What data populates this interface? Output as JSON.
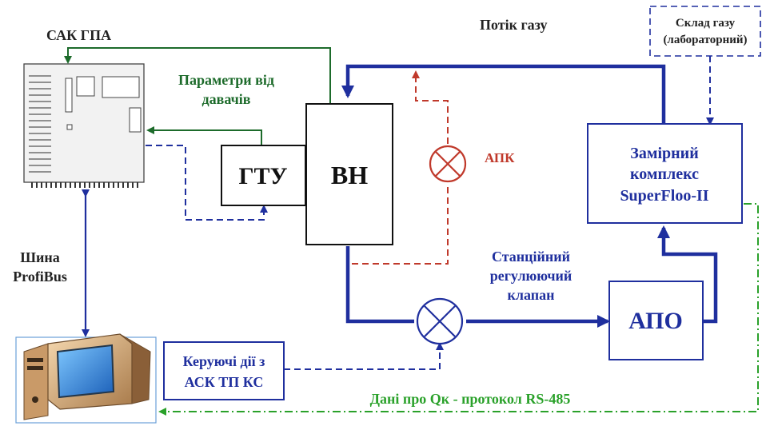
{
  "labels": {
    "sak_gpa": "САК ГПА",
    "params_line1": "Параметри від",
    "params_line2": "давачів",
    "gas_flow": "Потік газу",
    "storage_line1": "Склад газу",
    "storage_line2": "(лабораторний)",
    "gtu": "ГТУ",
    "vn": "ВН",
    "apk": "АПК",
    "meter_line1": "Замірний",
    "meter_line2": "комплекс",
    "meter_line3": "SuperFloo-II",
    "bus_line1": "Шина",
    "bus_line2": "ProfiBus",
    "valve_line1": "Станційний",
    "valve_line2": "регулюючий",
    "valve_line3": "клапан",
    "apo": "АПО",
    "control_line1": "Керуючі дії з",
    "control_line2": "АСК ТП КС",
    "data_line": "Дані про Qк - протокол RS-485"
  },
  "colors": {
    "gas_flow": "#1f2f9e",
    "sensor_signal": "#1d6b2b",
    "apk_line": "#c0392b",
    "rs485": "#2aa12a",
    "text_blue": "#1f2f9e",
    "text_green": "#1d6b2b",
    "text_red": "#c0392b",
    "text_dark": "#222222"
  }
}
